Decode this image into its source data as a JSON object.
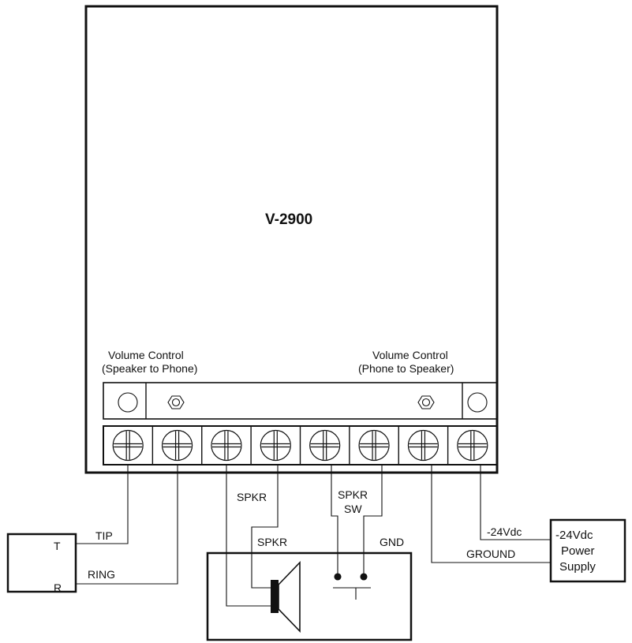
{
  "device": {
    "model": "V-2900",
    "volume_left": {
      "line1": "Volume Control",
      "line2": "(Speaker to Phone)"
    },
    "volume_right": {
      "line1": "Volume Control",
      "line2": "(Phone to Speaker)"
    }
  },
  "terminal_block": {
    "terminal_count": 8
  },
  "wire_labels": {
    "spkr_terminal": "SPKR",
    "spkr_sw_line1": "SPKR",
    "spkr_sw_line2": "SW",
    "tip": "TIP",
    "ring": "RING",
    "spkr_speaker": "SPKR",
    "gnd": "GND",
    "neg24_wire": "-24Vdc",
    "ground_wire": "GROUND"
  },
  "phone_box": {
    "t": "T",
    "r": "R"
  },
  "power_supply": {
    "line1": "-24Vdc",
    "line2": "Power",
    "line3": "Supply"
  },
  "colors": {
    "line": "#111111",
    "paper": "#ffffff"
  }
}
